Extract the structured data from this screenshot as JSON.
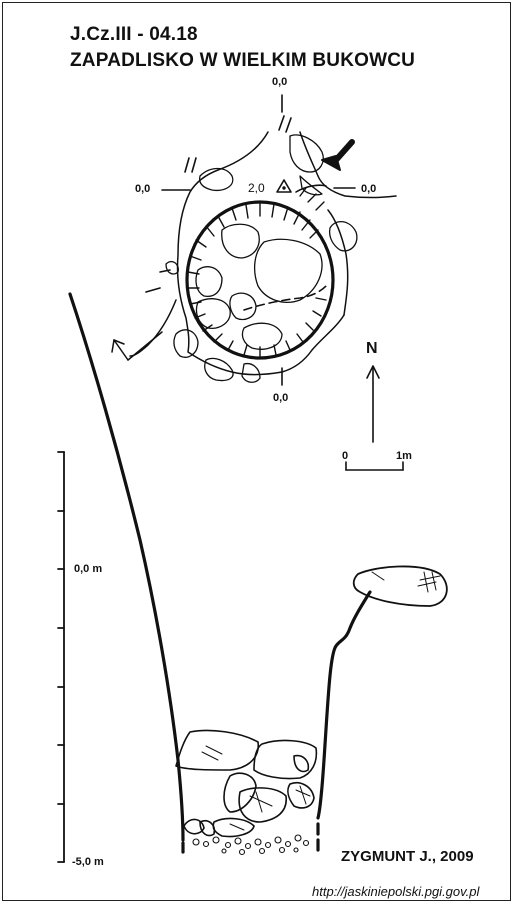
{
  "header": {
    "code": "J.Cz.III - 04.18",
    "name": "ZAPADLISKO W WIELKIM BUKOWCU"
  },
  "plan": {
    "heights": {
      "top": "0,0",
      "left": "0,0",
      "right": "0,0",
      "bottom": "0,0",
      "station": "2,0"
    },
    "north_label": "N",
    "scale": {
      "start": "0",
      "end": "1m"
    }
  },
  "section": {
    "scale_labels": {
      "zero": "0,0 m",
      "bottom": "-5,0 m"
    }
  },
  "footer": {
    "author": "ZYGMUNT J., 2009",
    "url": "http://jaskiniepolski.pgi.gov.pl"
  },
  "colors": {
    "ink": "#111111",
    "paper": "#ffffff"
  }
}
